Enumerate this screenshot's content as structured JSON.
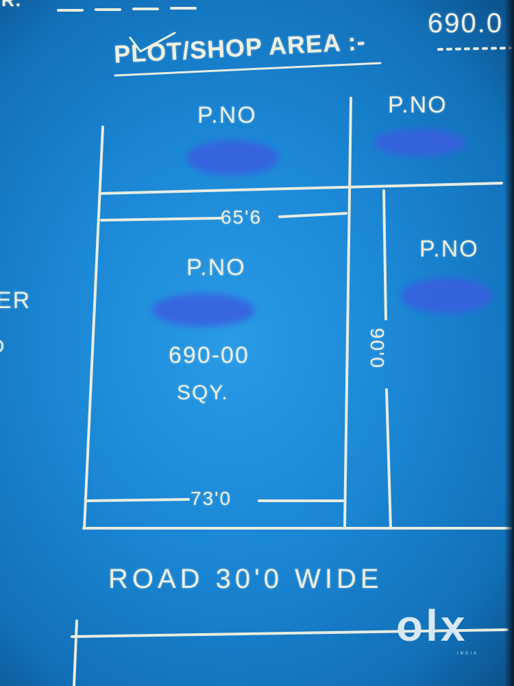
{
  "header": {
    "title": "PLOT/SHOP AREA :-",
    "area_value": "690.0",
    "left_fragment": "R.",
    "side_fragment_1": "ER",
    "side_fragment_2": "D"
  },
  "plots": {
    "top_left": "P.NO",
    "top_right": "P.NO",
    "right": "P.NO",
    "main": "P.NO"
  },
  "main_plot": {
    "area": "690-00",
    "unit": "SQY."
  },
  "dimensions": {
    "top": "65'6",
    "bottom": "73'0",
    "side": "90'0"
  },
  "road": {
    "label": "ROAD 30'0 WIDE"
  },
  "watermark": {
    "brand": "olx",
    "region": "INDIA"
  },
  "colors": {
    "background": "#1a86d4",
    "ink": "#eef0e4"
  }
}
